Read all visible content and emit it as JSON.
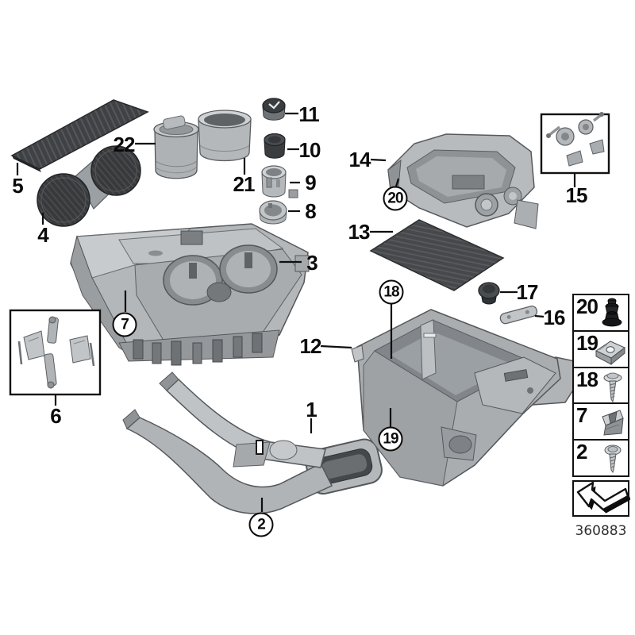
{
  "diagram": {
    "callouts": {
      "p1": "1",
      "p3": "3",
      "p4": "4",
      "p5": "5",
      "p6": "6",
      "p8": "8",
      "p9": "9",
      "p10": "10",
      "p11": "11",
      "p12": "12",
      "p13": "13",
      "p14": "14",
      "p15": "15",
      "p16": "16",
      "p17": "17",
      "p21": "21",
      "p22": "22",
      "c2": "2",
      "c7": "7",
      "c18": "18",
      "c19": "19",
      "c20": "20"
    }
  },
  "legend": {
    "items": [
      {
        "label": "20",
        "icon": "expanding-rivet-icon"
      },
      {
        "label": "19",
        "icon": "clip-nut-icon"
      },
      {
        "label": "18",
        "icon": "screw-with-washer-icon"
      },
      {
        "label": "7",
        "icon": "spring-clip-icon"
      },
      {
        "label": "2",
        "icon": "pan-head-screw-icon"
      }
    ],
    "footer_icon": "direction-arrow-icon",
    "diagram_number": "360883"
  },
  "colors": {
    "background": "#ffffff",
    "line_art": "#0f0f0f",
    "part_gray": "#b0b4b7",
    "mat_dark": "#3f4244"
  }
}
